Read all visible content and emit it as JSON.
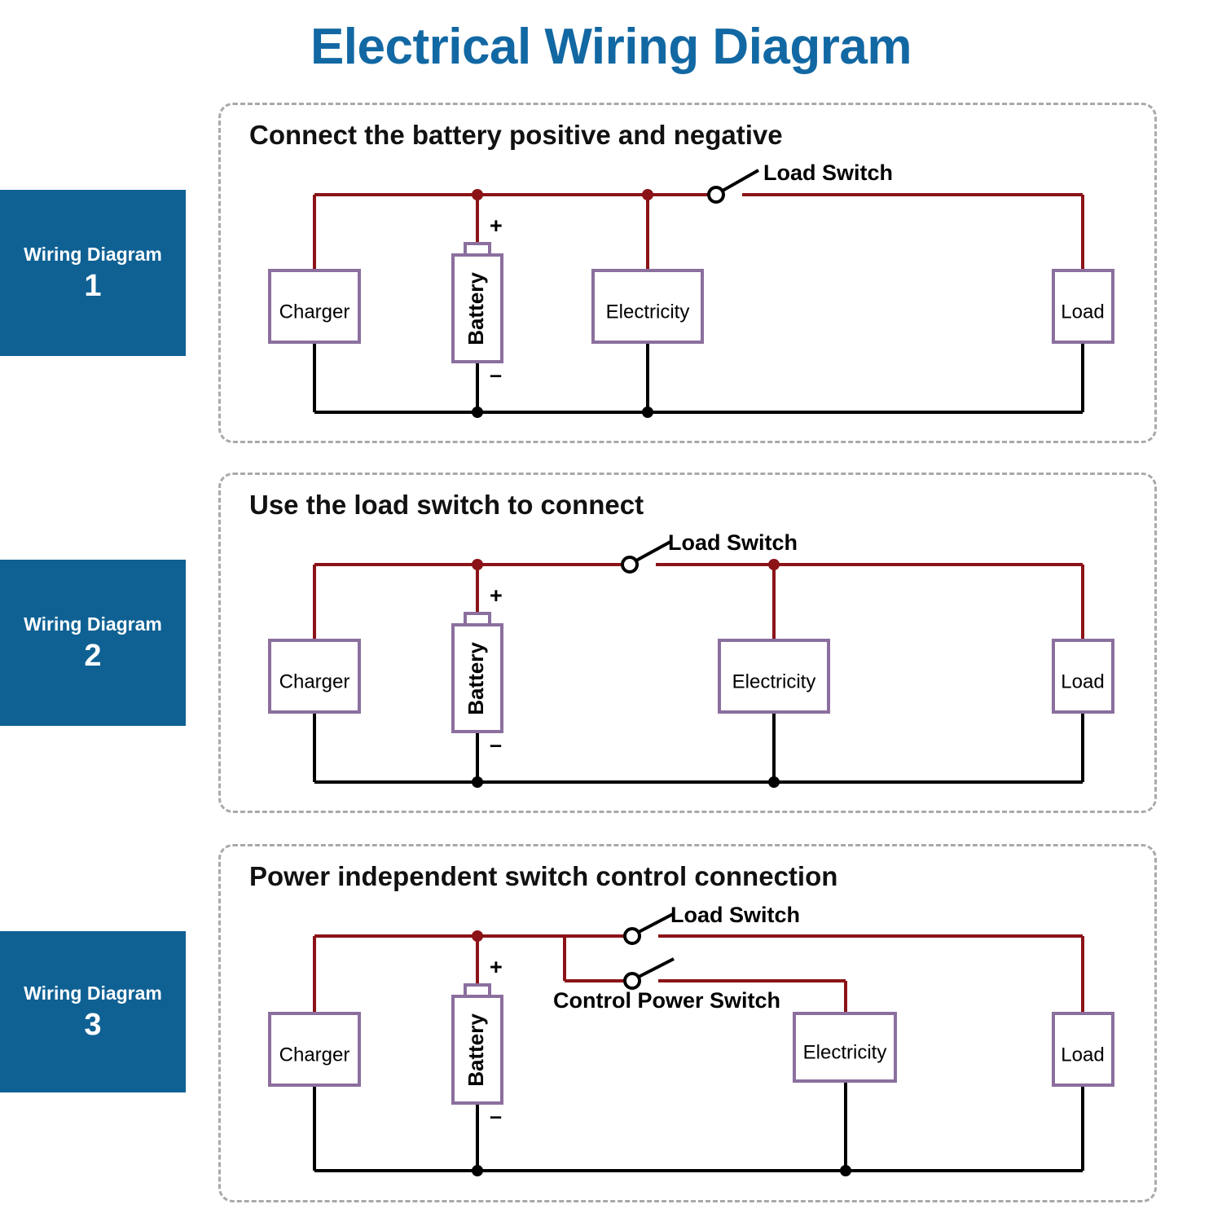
{
  "title": "Electrical Wiring Diagram",
  "theme": {
    "brand_blue": "#0f6194",
    "title_blue": "#1268A3",
    "wire_red": "#8B1318",
    "wire_black": "#000000",
    "box_purple": "#8B6F9E",
    "panel_border": "#a9a9a9"
  },
  "components": {
    "charger": "Charger",
    "battery": "Battery",
    "electricity": "Electricity",
    "load": "Load",
    "plus": "+",
    "minus": "–",
    "load_switch": "Load Switch",
    "control_power_switch": "Control Power Switch"
  },
  "sidebar": {
    "items": [
      {
        "label": "Wiring Diagram",
        "number": "1"
      },
      {
        "label": "Wiring Diagram",
        "number": "2"
      },
      {
        "label": "Wiring Diagram",
        "number": "3"
      }
    ]
  },
  "panels": [
    {
      "heading": "Connect the battery positive and negative",
      "switches": [
        "Load Switch"
      ],
      "blocks": [
        "Charger",
        "Battery",
        "Electricity",
        "Load"
      ]
    },
    {
      "heading": "Use the load switch to connect",
      "switches": [
        "Load Switch"
      ],
      "blocks": [
        "Charger",
        "Battery",
        "Electricity",
        "Load"
      ]
    },
    {
      "heading": "Power independent switch control connection",
      "switches": [
        "Load Switch",
        "Control Power Switch"
      ],
      "blocks": [
        "Charger",
        "Battery",
        "Electricity",
        "Load"
      ]
    }
  ]
}
